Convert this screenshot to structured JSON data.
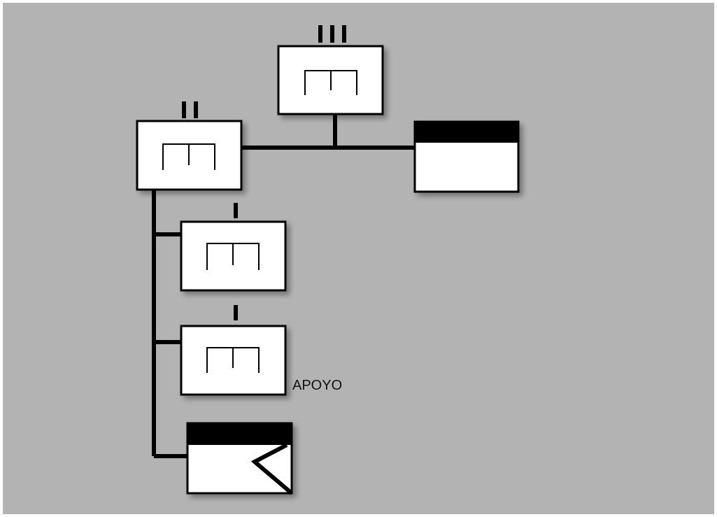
{
  "diagram": {
    "background_color": "#b3b3b3",
    "box_fill": "#ffffff",
    "line_color": "#000000",
    "units": [
      {
        "id": "unit-iii",
        "echelon_marks": 3
      },
      {
        "id": "unit-ii",
        "echelon_marks": 2
      },
      {
        "id": "unit-i-a",
        "echelon_marks": 1
      },
      {
        "id": "unit-i-b",
        "echelon_marks": 1,
        "label": "APOYO"
      }
    ],
    "support_units": [
      {
        "id": "support-top",
        "header_bar": true
      },
      {
        "id": "support-bottom",
        "header_bar": true,
        "chevron_symbol": true
      }
    ]
  }
}
